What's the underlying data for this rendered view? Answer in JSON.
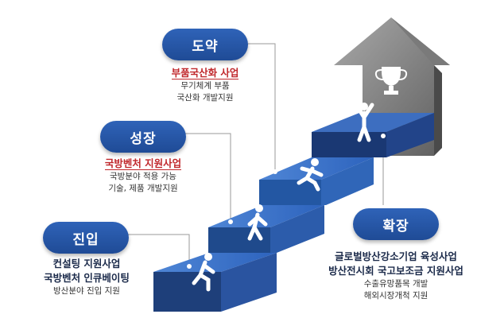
{
  "stages": [
    {
      "name": "진입",
      "lines": [
        "컨설팅 지원사업",
        "국방벤처 인큐베이팅"
      ],
      "subs": [
        "방산분야 진입 지원"
      ]
    },
    {
      "name": "성장",
      "lines": [
        "국방벤처 지원사업"
      ],
      "subs": [
        "국방분야 적용 가능",
        "기술, 제품 개발지원"
      ]
    },
    {
      "name": "도약",
      "lines": [
        "부품국산화 사업"
      ],
      "subs": [
        "무기체계 부품",
        "국산화 개발지원"
      ]
    },
    {
      "name": "확장",
      "lines": [
        "글로벌방산강소기업 육성사업",
        "방산전시회  국고보조금 지원사업"
      ],
      "subs": [
        "수출유망품목 개발",
        "해외시장개척 지원"
      ]
    }
  ],
  "colors": {
    "pill": "#1f4b96",
    "step_top": "#3a6fc9",
    "step_dark": "#1e3f7a",
    "arrow": "#8a8a8a",
    "accent": "#c0282c"
  },
  "icons": [
    "person-crouch-icon",
    "person-walk-icon",
    "person-run-icon",
    "person-cheer-icon",
    "trophy-icon"
  ]
}
